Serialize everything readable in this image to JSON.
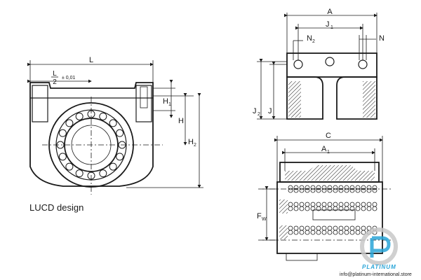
{
  "caption": "LUCD design",
  "dims": {
    "L": "L",
    "L2_num": "L",
    "L2_den": "2",
    "L2_tol": "± 0,01",
    "H1": "H",
    "H1_sub": "1",
    "H": "H",
    "H2": "H",
    "H2_sub": "2",
    "A": "A",
    "J1": "J",
    "J1_sub": "1",
    "N2": "N",
    "N2_sub": "2",
    "N": "N",
    "J2": "J",
    "J2_sub": "2",
    "J": "J",
    "C": "C",
    "A1": "A",
    "A1_sub": "1",
    "Fw": "F",
    "Fw_sub": "W"
  },
  "watermark": {
    "brand": "PLATINUM",
    "email": "info@platinum-international.store"
  },
  "colors": {
    "line": "#1a1a1a",
    "brand_blue": "#2aa5d8",
    "logo_gray": "#c8c8c8"
  }
}
